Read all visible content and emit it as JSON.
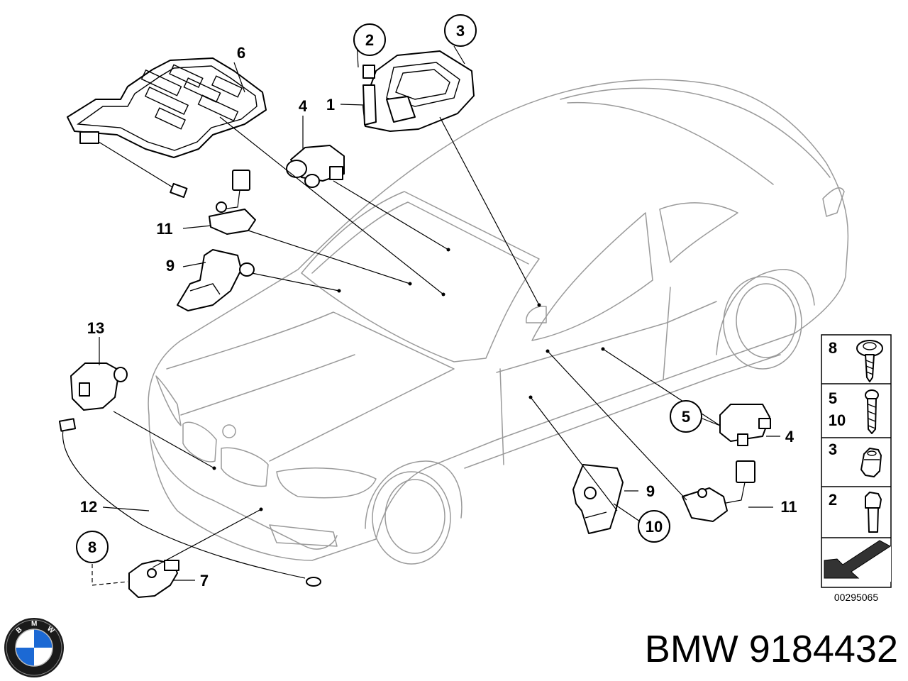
{
  "labels": {
    "n1": "1",
    "n2": "2",
    "n3": "3",
    "n4": "4",
    "n5": "5",
    "n6": "6",
    "n7": "7",
    "n8": "8",
    "n9": "9",
    "n10": "10",
    "n11": "11",
    "n12": "12",
    "n13": "13"
  },
  "hardware_table": {
    "rows": [
      {
        "labels": [
          "8"
        ],
        "icon": "screw-with-washer-icon"
      },
      {
        "labels": [
          "5",
          "10"
        ],
        "icon": "long-screw-icon"
      },
      {
        "labels": [
          "3"
        ],
        "icon": "hex-nut-icon"
      },
      {
        "labels": [
          "2"
        ],
        "icon": "hex-bolt-icon"
      }
    ],
    "last_icon": "front-direction-arrow-icon"
  },
  "diagram_number": "00295065",
  "logo": {
    "text": "BMW",
    "icon": "bmw-roundel-icon",
    "colors": {
      "blue": "#1c69d4",
      "white": "#ffffff",
      "ring": "#1a1a1a"
    }
  },
  "title": "BMW 9184432"
}
